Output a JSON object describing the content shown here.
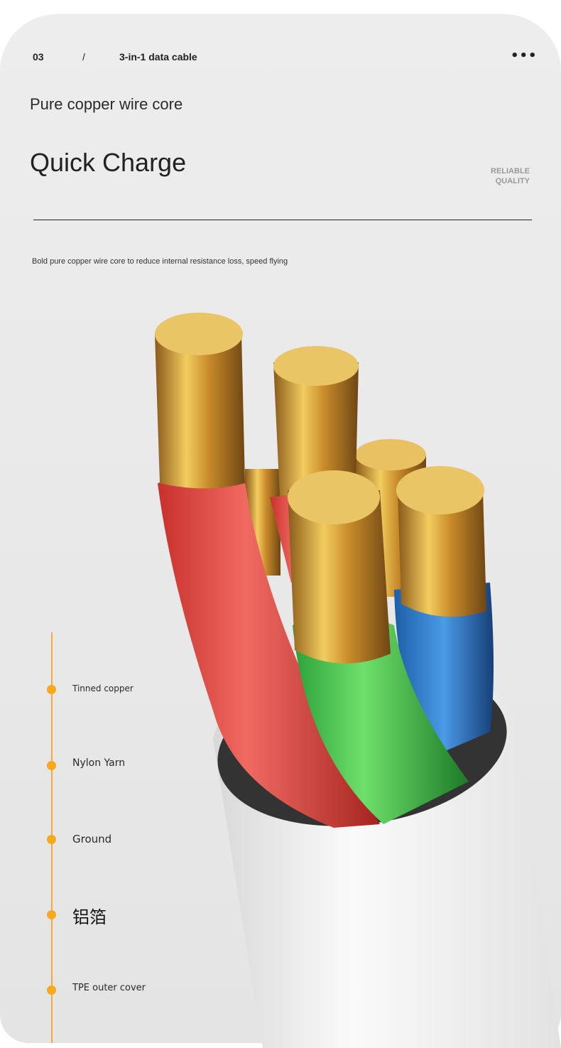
{
  "header": {
    "index": "03",
    "separator": "/",
    "product": "3-in-1 data cable",
    "menu_icon": "more-dots-icon"
  },
  "subtitle": "Pure copper wire core",
  "title": "Quick Charge",
  "badge": {
    "line1": "RELIABLE",
    "line2": "QUALITY"
  },
  "description": "Bold pure copper wire core to reduce internal resistance loss, speed flying",
  "layers": [
    {
      "label": "Tinned copper"
    },
    {
      "label": "Nylon Yarn"
    },
    {
      "label": "Ground"
    },
    {
      "label": "铝箔"
    },
    {
      "label": "TPE outer cover"
    }
  ],
  "colors": {
    "accent": "#f7a91c",
    "red_wire": "#e8504a",
    "green_wire": "#3fc24a",
    "blue_wire": "#2f7fd0",
    "copper": "#d9a53a"
  }
}
